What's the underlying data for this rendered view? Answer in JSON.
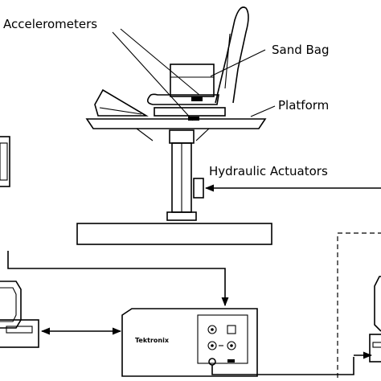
{
  "labels": {
    "accelerometers": "Accelerometers",
    "sand_bag": "Sand Bag",
    "platform": "Platform",
    "hydraulic_actuators": "Hydraulic Actuators",
    "oscilloscope_brand": "Tektronix"
  },
  "icons": {
    "arrowhead": "arrowhead-icon",
    "knob": "knob-icon"
  }
}
